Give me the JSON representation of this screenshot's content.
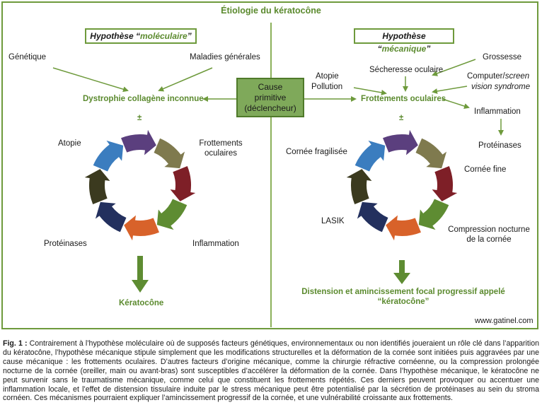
{
  "title": "Étiologie du kératocône",
  "left": {
    "hypothesis_prefix": "Hypothèse “",
    "hypothesis_word": "moléculaire",
    "hypothesis_suffix": "”",
    "genetique": "Génétique",
    "maladies": "Maladies générales",
    "dystrophie": "Dystrophie collagène inconnue",
    "pm": "±",
    "atopie": "Atopie",
    "frottements_1": "Frottements",
    "frottements_2": "oculaires",
    "proteinases": "Protéinases",
    "inflammation": "Inflammation",
    "keratocone": "Kératocône"
  },
  "center": {
    "cause_1": "Cause",
    "cause_2": "primitive",
    "cause_3": "(déclencheur)"
  },
  "right": {
    "hypothesis_prefix": "Hypothèse “",
    "hypothesis_word": "mécanique",
    "hypothesis_suffix": "”",
    "grossesse": "Grossesse",
    "secheresse": "Sécheresse oculaire",
    "atopie": "Atopie",
    "pollution": "Pollution",
    "computer_1": "Computer/",
    "computer_1b": "screen",
    "computer_2": "vision syndrome",
    "frottements": "Frottements oculaires",
    "inflammation": "Inflammation",
    "proteinases": "Protéinases",
    "pm": "±",
    "cornee_fragilisee": "Cornée fragilisée",
    "cornee_fine": "Cornée fine",
    "lasik": "LASIK",
    "compression_1": "Compression nocturne",
    "compression_2": "de la cornée",
    "distension_1": "Distension et amincissement focal progressif appelé",
    "distension_2": "“kératocône”"
  },
  "website": "www.gatinel.com",
  "caption": {
    "fig_label": "Fig. 1 :",
    "text": "Contrairement à l’hypothèse moléculaire où de supposés facteurs génétiques, environnementaux ou non identifiés joueraient un rôle clé dans l’apparition du kératocône, l’hypothèse mécanique stipule simplement que les modifications structurelles et la déformation de la cornée sont initiées puis aggravées par une cause mécanique : les frottements oculaires. D’autres facteurs d’origine mécanique, comme la chirurgie réfractive cornéenne, ou la compression prolongée nocturne de la cornée (oreiller, main ou avant-bras) sont susceptibles d’accélérer la déformation de la cornée. Dans l’hypothèse mécanique, le kératocône ne peut survenir sans le traumatisme mécanique, comme celui que constituent les frottements répétés. Ces derniers peuvent provoquer ou accentuer une inflammation locale, et l’effet de distension tissulaire induite par le stress mécanique peut être potentialisé par la sécrétion de protéinases au sein du stroma cornéen. Ces mécanismes pourraient expliquer l’amincissement progressif de la cornée, et une vulnérabilité croissante aux frottements."
  },
  "colors": {
    "frame": "#6e9a3c",
    "accent_green": "#5b8a2e",
    "cause_box": "#7fa95a",
    "cycle": [
      "#5b3f7e",
      "#7f7a4e",
      "#7e1f27",
      "#5e8c32",
      "#d8622a",
      "#23305e",
      "#3b3a1f",
      "#3b7dbf"
    ]
  }
}
